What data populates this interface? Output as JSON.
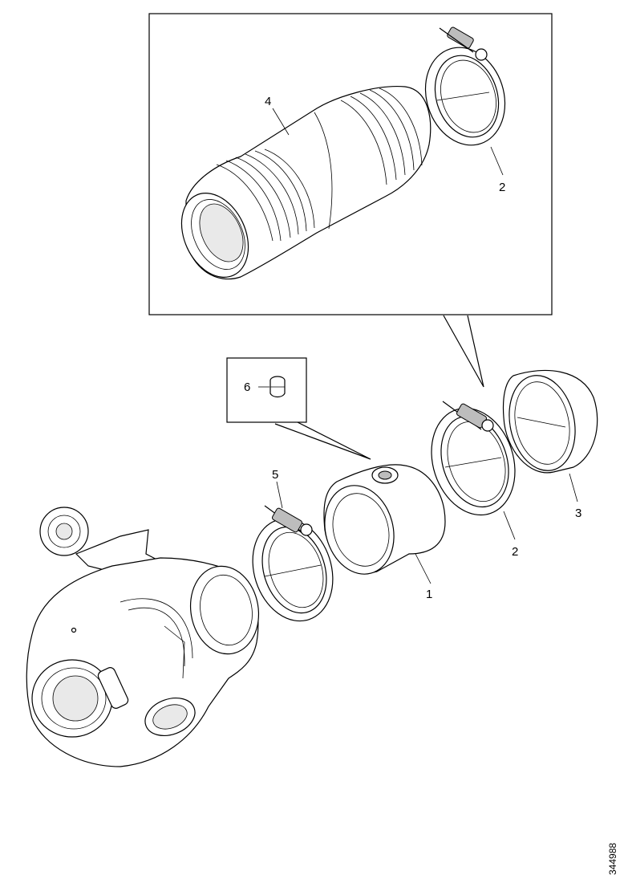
{
  "diagram": {
    "callouts": {
      "part_1": "1",
      "part_2_top": "2",
      "part_2_bottom": "2",
      "part_3": "3",
      "part_4": "4",
      "part_5": "5",
      "part_6": "6"
    },
    "reference_number": "344988"
  }
}
